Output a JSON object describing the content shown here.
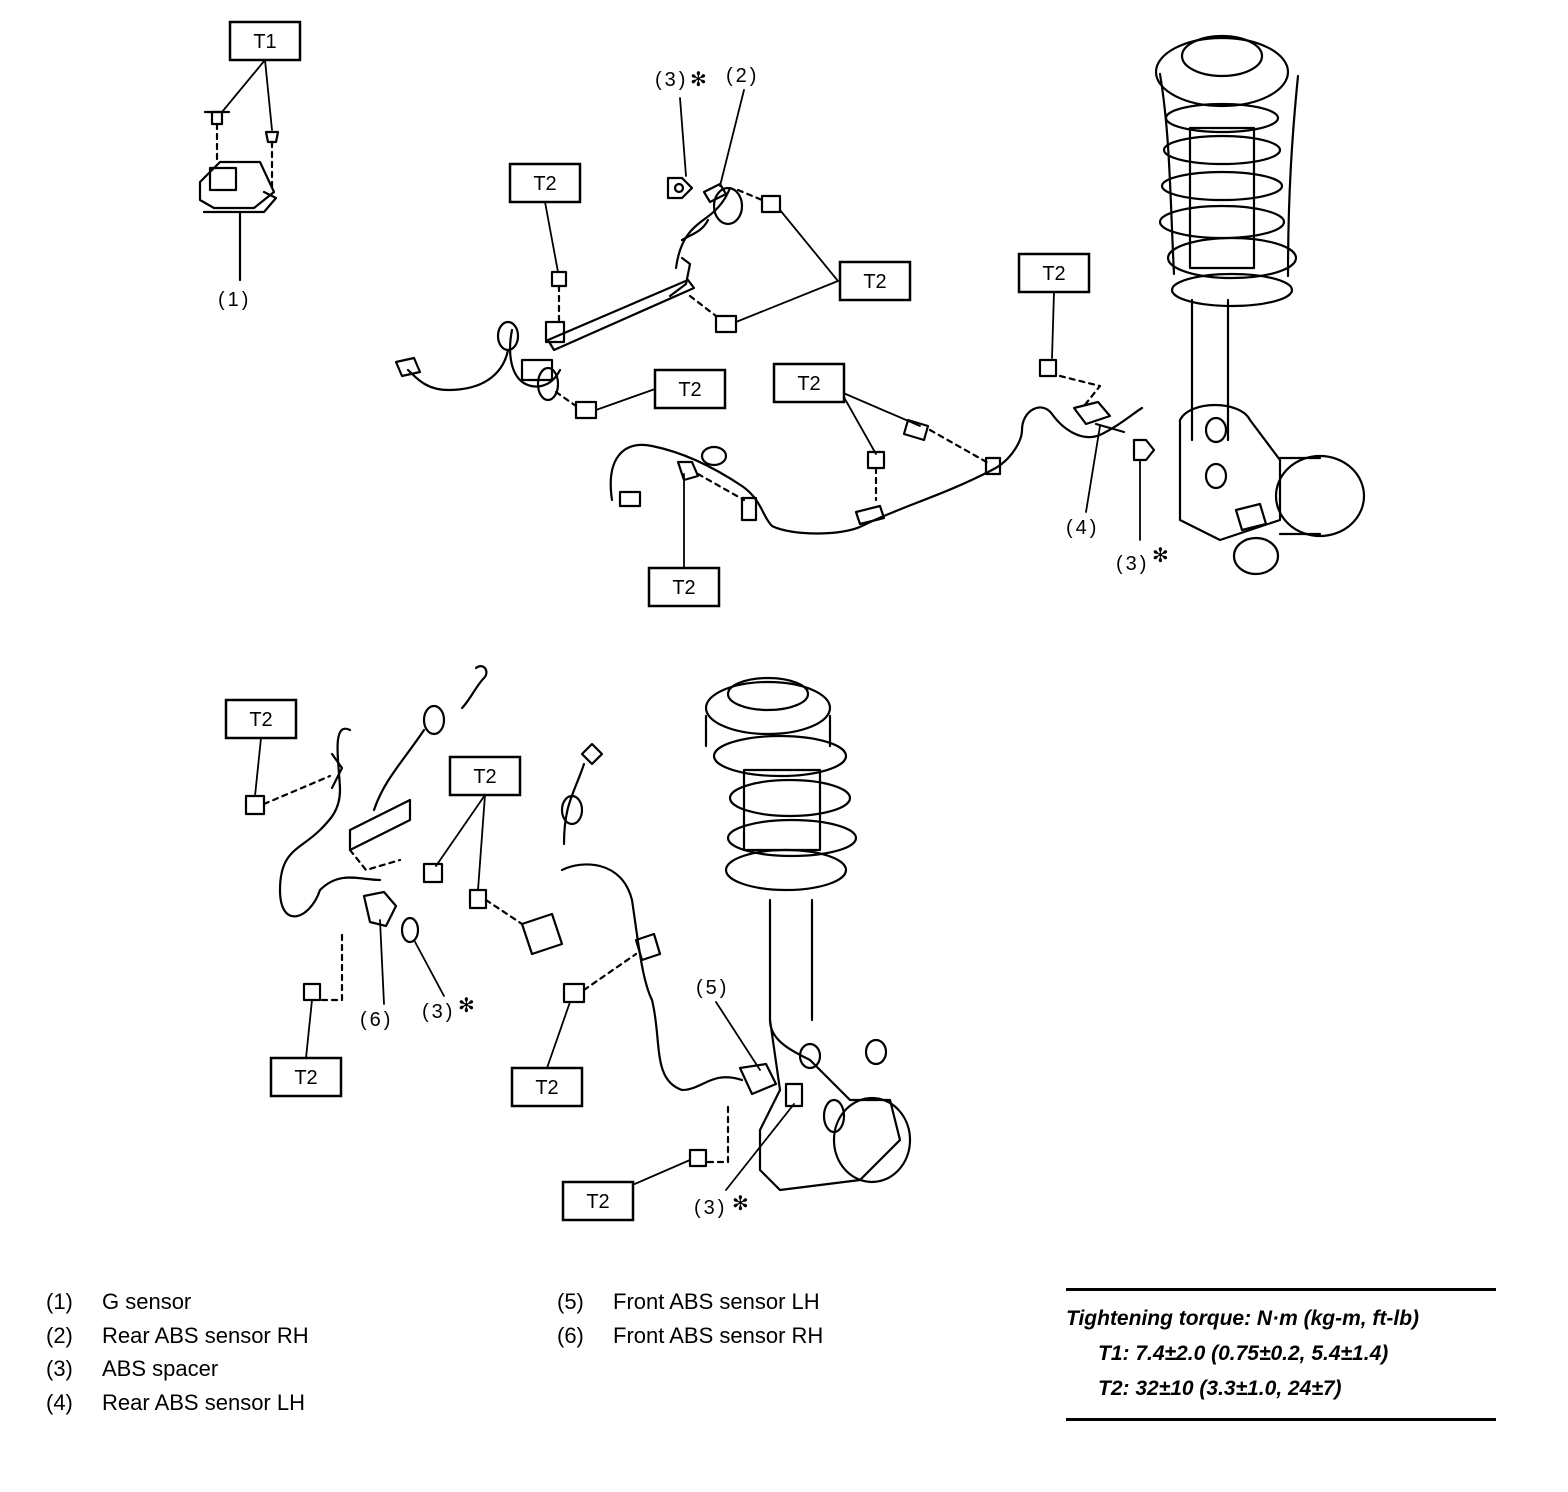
{
  "diagram": {
    "torque_tags": {
      "t1": "T1",
      "t2": "T2"
    },
    "part_callouts": {
      "c1": "(1)",
      "c2": "(2)",
      "c3": "(3)",
      "c4": "(4)",
      "c5": "(5)",
      "c6": "(6)",
      "asterisk": "✻"
    }
  },
  "legend": {
    "left": [
      {
        "num": "(1)",
        "name": "G sensor"
      },
      {
        "num": "(2)",
        "name": "Rear ABS sensor RH"
      },
      {
        "num": "(3)",
        "name": "ABS spacer"
      },
      {
        "num": "(4)",
        "name": "Rear ABS sensor LH"
      }
    ],
    "right": [
      {
        "num": "(5)",
        "name": "Front ABS sensor LH"
      },
      {
        "num": "(6)",
        "name": "Front ABS sensor RH"
      }
    ]
  },
  "torque_spec": {
    "heading": "Tightening torque: N·m (kg-m, ft-lb)",
    "t1": "T1: 7.4±2.0 (0.75±0.2, 5.4±1.4)",
    "t2": "T2: 32±10 (3.3±1.0, 24±7)"
  }
}
